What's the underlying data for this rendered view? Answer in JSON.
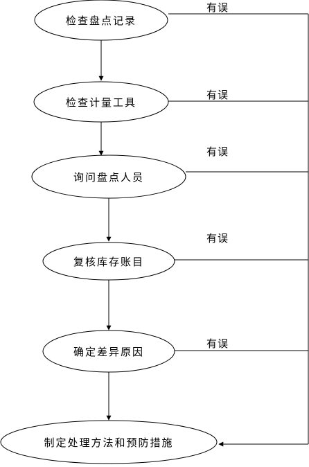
{
  "flowchart": {
    "steps": [
      {
        "label": "检查盘点记录"
      },
      {
        "label": "检查计量工具"
      },
      {
        "label": "询问盘点人员"
      },
      {
        "label": "复核库存账目"
      },
      {
        "label": "确定差异原因"
      },
      {
        "label": "制定处理方法和预防措施"
      }
    ],
    "branch_labels": [
      "有误",
      "有误",
      "有误",
      "有误",
      "有误"
    ]
  }
}
